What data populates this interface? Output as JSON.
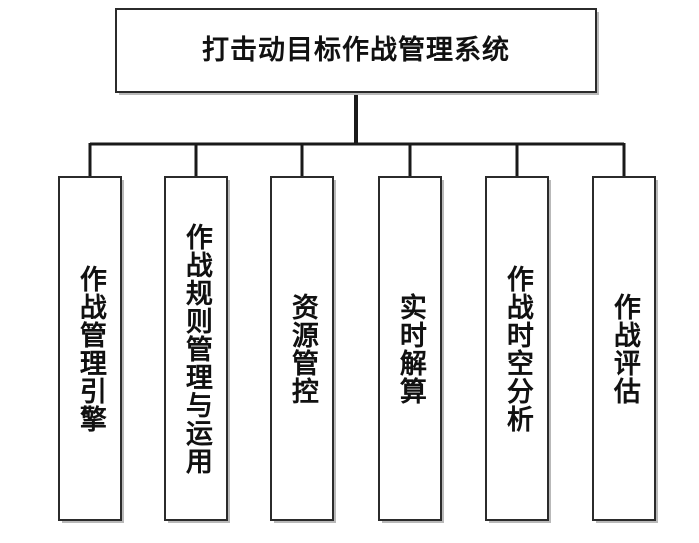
{
  "diagram": {
    "type": "hierarchy-tree",
    "orientation": "top-down",
    "background_color": "#ffffff",
    "box_border_color": "#2b2b2b",
    "box_fill_color": "#ffffff",
    "connector_color": "#1a1a1a",
    "text_color": "#111111",
    "root": {
      "label": "打击动目标作战管理系统",
      "text_direction": "horizontal"
    },
    "children": [
      {
        "label": "作战管理引擎",
        "text_direction": "vertical"
      },
      {
        "label": "作战规则管理与运用",
        "text_direction": "vertical"
      },
      {
        "label": "资源管控",
        "text_direction": "vertical"
      },
      {
        "label": "实时解算",
        "text_direction": "vertical"
      },
      {
        "label": "作战时空分析",
        "text_direction": "vertical"
      },
      {
        "label": "作战评估",
        "text_direction": "vertical"
      }
    ]
  }
}
